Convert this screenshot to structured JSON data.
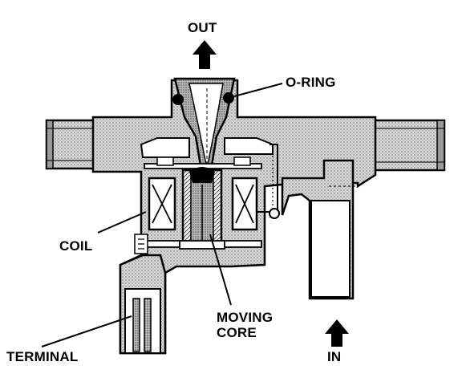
{
  "labels": {
    "out": "OUT",
    "o_ring": "O-RING",
    "coil": "COIL",
    "moving_core_line1": "MOVING",
    "moving_core_line2": "CORE",
    "terminal": "TERMINAL",
    "in": "IN"
  }
}
